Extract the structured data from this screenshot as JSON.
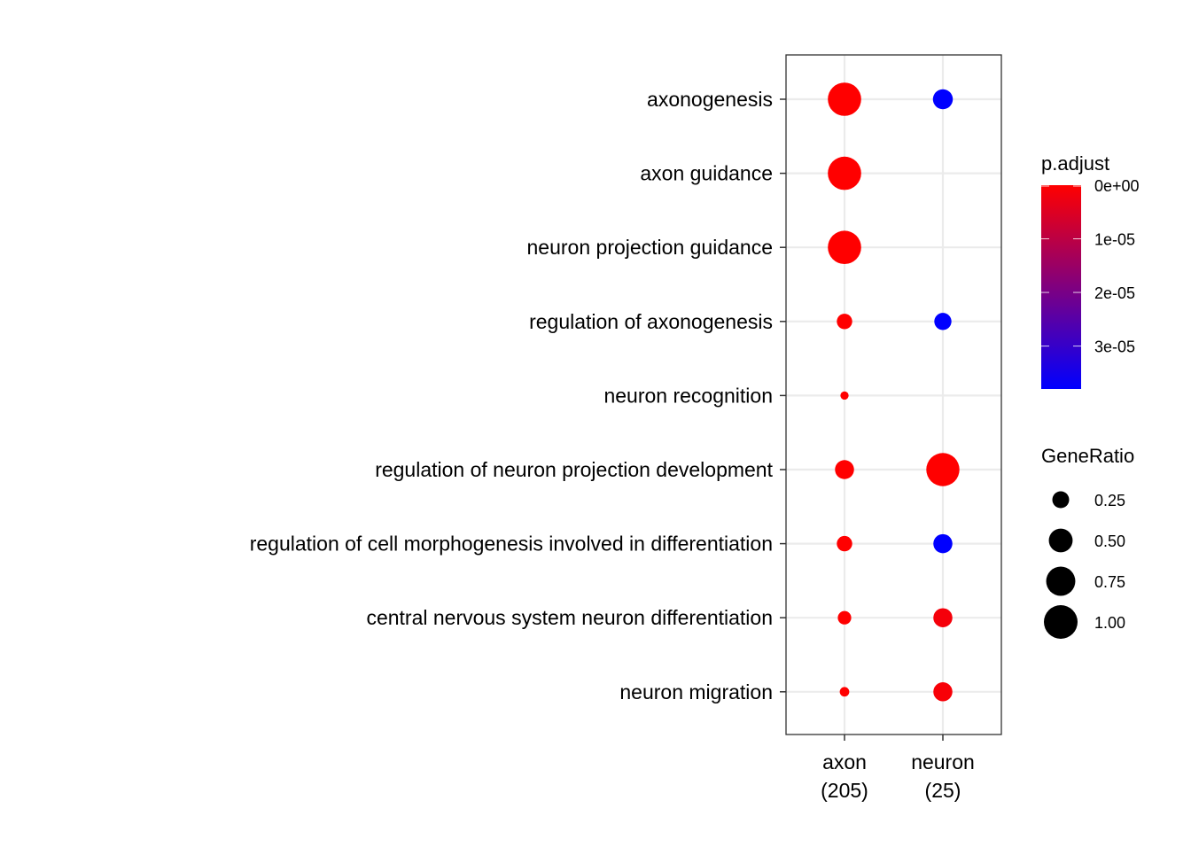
{
  "chart_data": {
    "type": "scatter",
    "subtype": "dot-plot",
    "title": "",
    "xlabel": "",
    "ylabel": "",
    "x_categories": [
      "axon\n(205)",
      "neuron\n(25)"
    ],
    "y_categories": [
      "axonogenesis",
      "axon guidance",
      "neuron projection guidance",
      "regulation of axonogenesis",
      "neuron recognition",
      "regulation of neuron projection development",
      "regulation of cell morphogenesis involved in differentiation",
      "central nervous system neuron differentiation",
      "neuron migration"
    ],
    "points": [
      {
        "x": "axon\n(205)",
        "y": "axonogenesis",
        "GeneRatio": 0.98,
        "p_adjust": 0
      },
      {
        "x": "neuron\n(25)",
        "y": "axonogenesis",
        "GeneRatio": 0.35,
        "p_adjust": 3.8e-05
      },
      {
        "x": "axon\n(205)",
        "y": "axon guidance",
        "GeneRatio": 0.98,
        "p_adjust": 0
      },
      {
        "x": "axon\n(205)",
        "y": "neuron projection guidance",
        "GeneRatio": 0.98,
        "p_adjust": 0
      },
      {
        "x": "axon\n(205)",
        "y": "regulation of axonogenesis",
        "GeneRatio": 0.21,
        "p_adjust": 0
      },
      {
        "x": "neuron\n(25)",
        "y": "regulation of axonogenesis",
        "GeneRatio": 0.26,
        "p_adjust": 3.8e-05
      },
      {
        "x": "axon\n(205)",
        "y": "neuron recognition",
        "GeneRatio": 0.06,
        "p_adjust": 0
      },
      {
        "x": "axon\n(205)",
        "y": "regulation of neuron projection development",
        "GeneRatio": 0.32,
        "p_adjust": 0
      },
      {
        "x": "neuron\n(25)",
        "y": "regulation of neuron projection development",
        "GeneRatio": 0.97,
        "p_adjust": 0
      },
      {
        "x": "axon\n(205)",
        "y": "regulation of cell morphogenesis involved in differentiation",
        "GeneRatio": 0.21,
        "p_adjust": 0
      },
      {
        "x": "neuron\n(25)",
        "y": "regulation of cell morphogenesis involved in differentiation",
        "GeneRatio": 0.32,
        "p_adjust": 3.8e-05
      },
      {
        "x": "axon\n(205)",
        "y": "central nervous system neuron differentiation",
        "GeneRatio": 0.16,
        "p_adjust": 0
      },
      {
        "x": "neuron\n(25)",
        "y": "central nervous system neuron differentiation",
        "GeneRatio": 0.32,
        "p_adjust": 1.5e-06
      },
      {
        "x": "axon\n(205)",
        "y": "neuron migration",
        "GeneRatio": 0.08,
        "p_adjust": 0
      },
      {
        "x": "neuron\n(25)",
        "y": "neuron migration",
        "GeneRatio": 0.32,
        "p_adjust": 1e-06
      }
    ],
    "color_legend": {
      "title": "p.adjust",
      "range": [
        0,
        3.8e-05
      ],
      "ticks": [
        0,
        1e-05,
        2e-05,
        3e-05
      ],
      "tick_labels": [
        "0e+00",
        "1e-05",
        "2e-05",
        "3e-05"
      ],
      "low_color": "#ff0000",
      "high_color": "#0000ff"
    },
    "size_legend": {
      "title": "GeneRatio",
      "values": [
        0.25,
        0.5,
        0.75,
        1.0
      ],
      "labels": [
        "0.25",
        "0.50",
        "0.75",
        "1.00"
      ]
    },
    "grid": true,
    "legend_position": "right"
  }
}
